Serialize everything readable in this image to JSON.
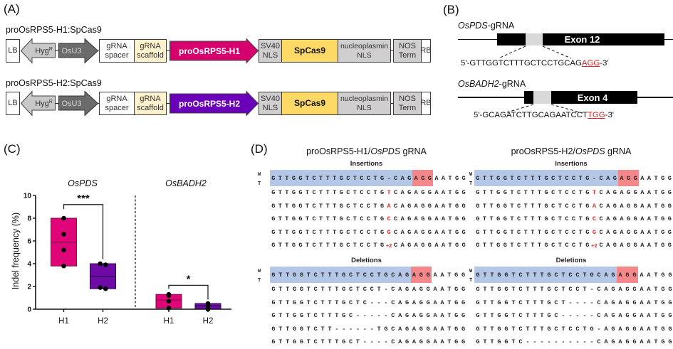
{
  "panel_a": {
    "label": "(A)",
    "parts": {
      "lb": "LB",
      "hyg": "Hyg",
      "hyg_superscript": "R",
      "osu3": "OsU3",
      "grna_spacer": {
        "line1": "gRNA",
        "line2": "spacer"
      },
      "grna_scaffold": {
        "line1": "gRNA",
        "line2": "scaffold"
      },
      "sv40_nls": {
        "line1": "SV40",
        "line2": "NLS"
      },
      "spcas9": "SpCas9",
      "nucleoplasmin_nls": {
        "line1": "nucleoplasmin",
        "line2": "NLS"
      },
      "nos_term": {
        "line1": "NOS",
        "line2": "Term"
      },
      "rb": "RB"
    },
    "constructs": [
      {
        "title": "proOsRPS5-H1:SpCas9",
        "promoter": "proOsRPS5-H1",
        "promoter_color": "#d5006e"
      },
      {
        "title": "proOsRPS5-H2:SpCas9",
        "promoter": "proOsRPS5-H2",
        "promoter_color": "#6a00b8"
      }
    ]
  },
  "panel_b": {
    "label": "(B)",
    "genes": [
      {
        "name": "OsPDS",
        "suffix": "-gRNA",
        "exon": "Exon 12",
        "seq_5prime": "5'-",
        "protospacer": "GTTGGTCTTTGCTCCTGCAG",
        "pam": "AGG",
        "seq_3prime": "-3'"
      },
      {
        "name": "OsBADH2",
        "suffix": "-gRNA",
        "exon": "Exon 4",
        "seq_5prime": "5'-",
        "protospacer": "GCAGATCTTGCAGAATCCT",
        "pam": "TGG",
        "seq_3prime": "-3'"
      }
    ],
    "pam_color": "#e02020"
  },
  "panel_c": {
    "label": "(C)"
  },
  "chart_data": {
    "type": "bar",
    "style": "floating min-max box with median line and individual data points",
    "title": "",
    "xlabel": "",
    "ylabel": "Indel frequency (%)",
    "ylim": [
      0,
      10
    ],
    "yticks": [
      0,
      2,
      4,
      6,
      8,
      10
    ],
    "grid": false,
    "legend": "none",
    "groups": [
      {
        "name": "OsPDS",
        "significance": "***",
        "series": [
          {
            "category": "H1",
            "min": 3.8,
            "max": 8.0,
            "median": 5.9,
            "points": [
              8.0,
              6.6,
              5.2,
              3.8
            ],
            "color": "#e0067a",
            "stroke": "#7a0a45"
          },
          {
            "category": "H2",
            "min": 1.8,
            "max": 4.0,
            "median": 2.9,
            "points": [
              4.0,
              3.9,
              1.9,
              1.8
            ],
            "color": "#6e0aa5",
            "stroke": "#2e0650"
          }
        ]
      },
      {
        "name": "OsBADH2",
        "significance": "*",
        "series": [
          {
            "category": "H1",
            "min": 0.1,
            "max": 1.3,
            "median": 0.8,
            "points": [
              1.3,
              1.2,
              0.7,
              0.1
            ],
            "color": "#e0067a",
            "stroke": "#7a0a45"
          },
          {
            "category": "H2",
            "min": 0.0,
            "max": 0.5,
            "median": 0.3,
            "points": [
              0.5,
              0.3,
              0.1,
              0.0
            ],
            "color": "#6e0aa5",
            "stroke": "#2e0650"
          }
        ]
      }
    ]
  },
  "panel_d": {
    "label": "(D)",
    "highlight_colors": {
      "protospacer": "#b4c7e7",
      "pam": "#f4878a"
    },
    "mutation_color": "#e02828",
    "subpanels": [
      {
        "title_prefix": "proOsRPS5-H1/",
        "title_gene": "OsPDS",
        "title_suffix": " gRNA",
        "insertions": {
          "header": "Insertions",
          "wt_label": "WT",
          "wt": [
            {
              "seq": "GTTGGTCTTTGCTCCTG-CAG",
              "mark": "protospacer"
            },
            {
              "seq": "AGG",
              "mark": "pam"
            },
            {
              "seq": "AATGG"
            }
          ],
          "rows": [
            [
              {
                "seq": "GTTGGTCTTTGCTCCTG"
              },
              {
                "seq": "T",
                "mark": "mutation"
              },
              {
                "seq": "CAGAGGAATGG"
              }
            ],
            [
              {
                "seq": "GTTGGTCTTTGCTCCTG"
              },
              {
                "seq": "A",
                "mark": "mutation"
              },
              {
                "seq": "CAGAGGAATGG"
              }
            ],
            [
              {
                "seq": "GTTGGTCTTTGCTCCTG"
              },
              {
                "seq": "C",
                "mark": "mutation"
              },
              {
                "seq": "CAGAGGAATGG"
              }
            ],
            [
              {
                "seq": "GTTGGTCTTTGCTCCTG"
              },
              {
                "seq": "G",
                "mark": "mutation"
              },
              {
                "seq": "CAGAGGAATGG"
              }
            ],
            [
              {
                "seq": "GTTGGTCTTTGCTCCTG"
              },
              {
                "seq": "+2",
                "mark": "mutation",
                "token": true
              },
              {
                "seq": "CAGAGGAATGG"
              }
            ]
          ]
        },
        "deletions": {
          "header": "Deletions",
          "wt_label": "WT",
          "wt": [
            {
              "seq": "GTTGGTCTTTGCTCCTGCAG",
              "mark": "protospacer"
            },
            {
              "seq": "AGG",
              "mark": "pam"
            },
            {
              "seq": "AATGG"
            }
          ],
          "rows": [
            [
              {
                "seq": "GTTGGTCTTTGCTCCT-CAGAGGAATGG"
              }
            ],
            [
              {
                "seq": "GTTGGTCTTTGCTC---CAGAGGAATGG"
              }
            ],
            [
              {
                "seq": "GTTGGTCTTTGC-----CAGAGGAATGG"
              }
            ],
            [
              {
                "seq": "GTTGGTCTT------TGCAGAGGAATGG"
              }
            ],
            [
              {
                "seq": "GTTGGTCTTTGCT----CAGAGGAATGG"
              }
            ]
          ]
        }
      },
      {
        "title_prefix": "proOsRPS5-H2/",
        "title_gene": "OsPDS",
        "title_suffix": " gRNA",
        "insertions": {
          "header": "Insertions",
          "wt_label": "WT",
          "wt": [
            {
              "seq": "GTTGGTCTTTGCTCCTG-CAG",
              "mark": "protospacer"
            },
            {
              "seq": "AGG",
              "mark": "pam"
            },
            {
              "seq": "AATGG"
            }
          ],
          "rows": [
            [
              {
                "seq": "GTTGGTCTTTGCTCCTG"
              },
              {
                "seq": "T",
                "mark": "mutation"
              },
              {
                "seq": "CAGAGGAATGG"
              }
            ],
            [
              {
                "seq": "GTTGGTCTTTGCTCCTG"
              },
              {
                "seq": "A",
                "mark": "mutation"
              },
              {
                "seq": "CAGAGGAATGG"
              }
            ],
            [
              {
                "seq": "GTTGGTCTTTGCTCCTG"
              },
              {
                "seq": "C",
                "mark": "mutation"
              },
              {
                "seq": "CAGAGGAATGG"
              }
            ],
            [
              {
                "seq": "GTTGGTCTTTGCTCCTG"
              },
              {
                "seq": "G",
                "mark": "mutation"
              },
              {
                "seq": "CAGAGGAATGG"
              }
            ],
            [
              {
                "seq": "GTTGGTCTTTGCTCCTG"
              },
              {
                "seq": "+2",
                "mark": "mutation",
                "token": true
              },
              {
                "seq": "CAGAGGAATGG"
              }
            ]
          ]
        },
        "deletions": {
          "header": "Deletions",
          "wt_label": "WT",
          "wt": [
            {
              "seq": "GTTGGTCTTTGCTCCTGCAG",
              "mark": "protospacer"
            },
            {
              "seq": "AGG",
              "mark": "pam"
            },
            {
              "seq": "AATGG"
            }
          ],
          "rows": [
            [
              {
                "seq": "GTTGGTCTTTGCTCCT-CAGAGGAATGG"
              }
            ],
            [
              {
                "seq": "GTTGGTCTTTGCT----CAGAGGAATGG"
              }
            ],
            [
              {
                "seq": "GTTGGTCTTTGC-----CAGAGGAATGG"
              }
            ],
            [
              {
                "seq": "GTTGGTCTTTGCTCCTG-AGAGGAATGG"
              }
            ],
            [
              {
                "seq": "GTTGGTC----------CAGAGGAATGG"
              }
            ]
          ]
        }
      }
    ]
  }
}
